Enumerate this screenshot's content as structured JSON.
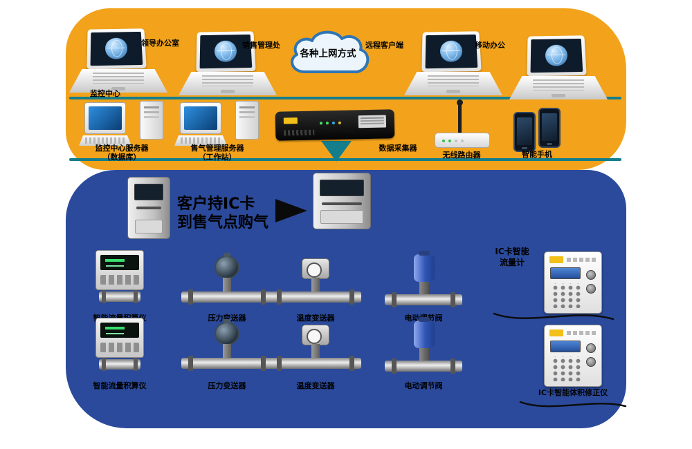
{
  "cloud": {
    "label": "各种上网方式"
  },
  "top": {
    "labels": [
      "领导办公室",
      "销售管理处",
      "远程客户端",
      "移动办公"
    ],
    "center_caption": "监控中心"
  },
  "mid": {
    "server1": [
      "监控中心服务器",
      "（数据库）"
    ],
    "server2": [
      "售气管理服务器",
      "（工作站）"
    ],
    "collector_caption": "数据采集器",
    "router_caption": "无线路由器",
    "phones_caption": "智能手机"
  },
  "sale": {
    "line1": "客户持IC卡",
    "line2": "到售气点购气"
  },
  "devices": {
    "row1": [
      "智能流量积算仪",
      "压力变送器",
      "温度变送器",
      "电动调节阀"
    ],
    "row2": [
      "智能流量积算仪",
      "压力变送器",
      "温度变送器",
      "电动调节阀"
    ]
  },
  "right": {
    "label_line1": "IC卡智能",
    "label_line2": "流量计",
    "caption": "IC卡智能体积修正仪"
  },
  "colors": {
    "orange_zone": "#F2A31B",
    "blue_zone": "#2B4A9B",
    "bus_line": "#157E8C",
    "cloud_border": "#2E75B6"
  }
}
